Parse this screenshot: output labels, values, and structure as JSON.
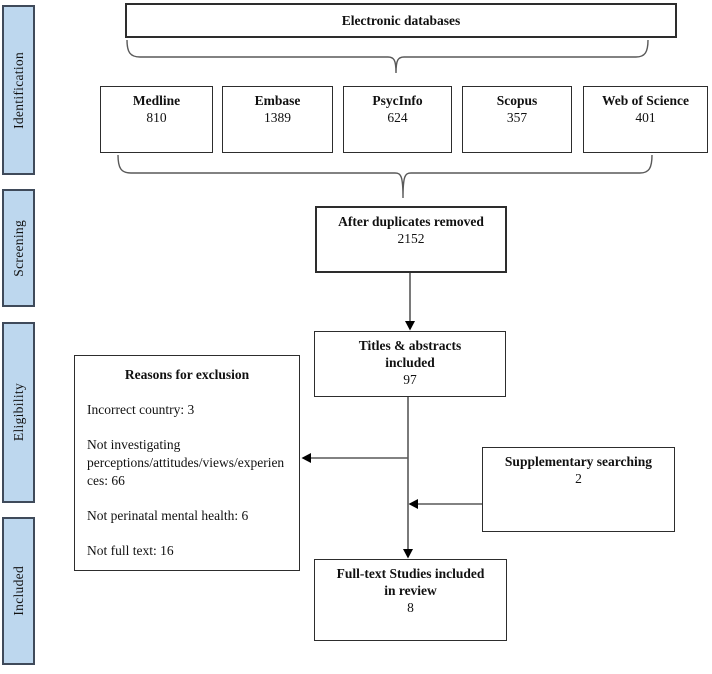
{
  "sidebar": {
    "stages": [
      {
        "label": "Identification"
      },
      {
        "label": "Screening"
      },
      {
        "label": "Eligibility"
      },
      {
        "label": "Included"
      }
    ]
  },
  "flow": {
    "electronic_databases": {
      "title": "Electronic databases"
    },
    "databases": [
      {
        "name": "Medline",
        "count": "810"
      },
      {
        "name": "Embase",
        "count": "1389"
      },
      {
        "name": "PsycInfo",
        "count": "624"
      },
      {
        "name": "Scopus",
        "count": "357"
      },
      {
        "name": "Web of Science",
        "count": "401"
      }
    ],
    "after_duplicates": {
      "title": "After duplicates removed",
      "count": "2152"
    },
    "titles_abstracts": {
      "title": "Titles & abstracts\nincluded",
      "count": "97"
    },
    "reasons_exclusion": {
      "title": "Reasons for exclusion",
      "items": [
        "Incorrect country: 3",
        "Not investigating perceptions/attitudes/views/experiences: 66",
        "Not perinatal mental health: 6",
        "Not full text: 16"
      ]
    },
    "supplementary": {
      "title": "Supplementary searching",
      "count": "2"
    },
    "fulltext": {
      "title": "Full-text Studies included\nin review",
      "count": "8"
    }
  },
  "colors": {
    "stage_fill": "#bdd7ee",
    "stage_border": "#3f4a5a",
    "box_border": "#2d2d2d",
    "line": "#595959",
    "arrowhead": "#000000"
  }
}
